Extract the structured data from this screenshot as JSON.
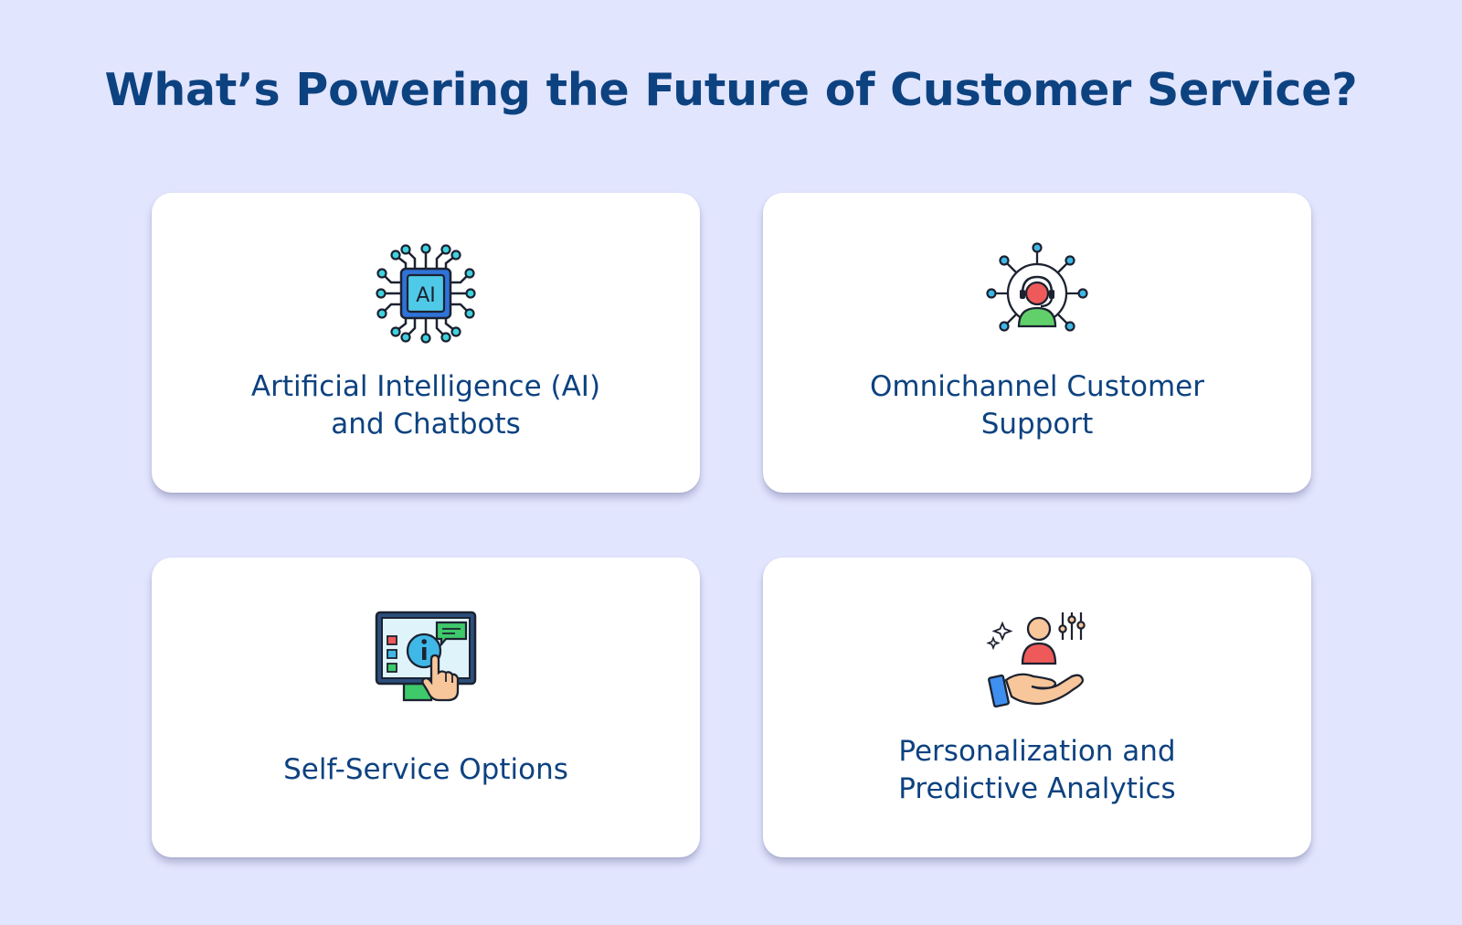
{
  "title": "What’s Powering the Future of Customer Service?",
  "cards": [
    {
      "icon": "ai-chip-icon",
      "lines": [
        "Artificial Intelligence (AI)",
        "and Chatbots"
      ],
      "icon_text": "AI"
    },
    {
      "icon": "omnichannel-agent-icon",
      "lines": [
        "Omnichannel Customer",
        "Support"
      ]
    },
    {
      "icon": "self-service-screen-icon",
      "lines": [
        "Self-Service Options"
      ]
    },
    {
      "icon": "personalization-hand-icon",
      "lines": [
        "Personalization and",
        "Predictive Analytics"
      ]
    }
  ],
  "colors": {
    "background": "#e2e5fe",
    "title": "#0d4280",
    "card": "#ffffff"
  }
}
